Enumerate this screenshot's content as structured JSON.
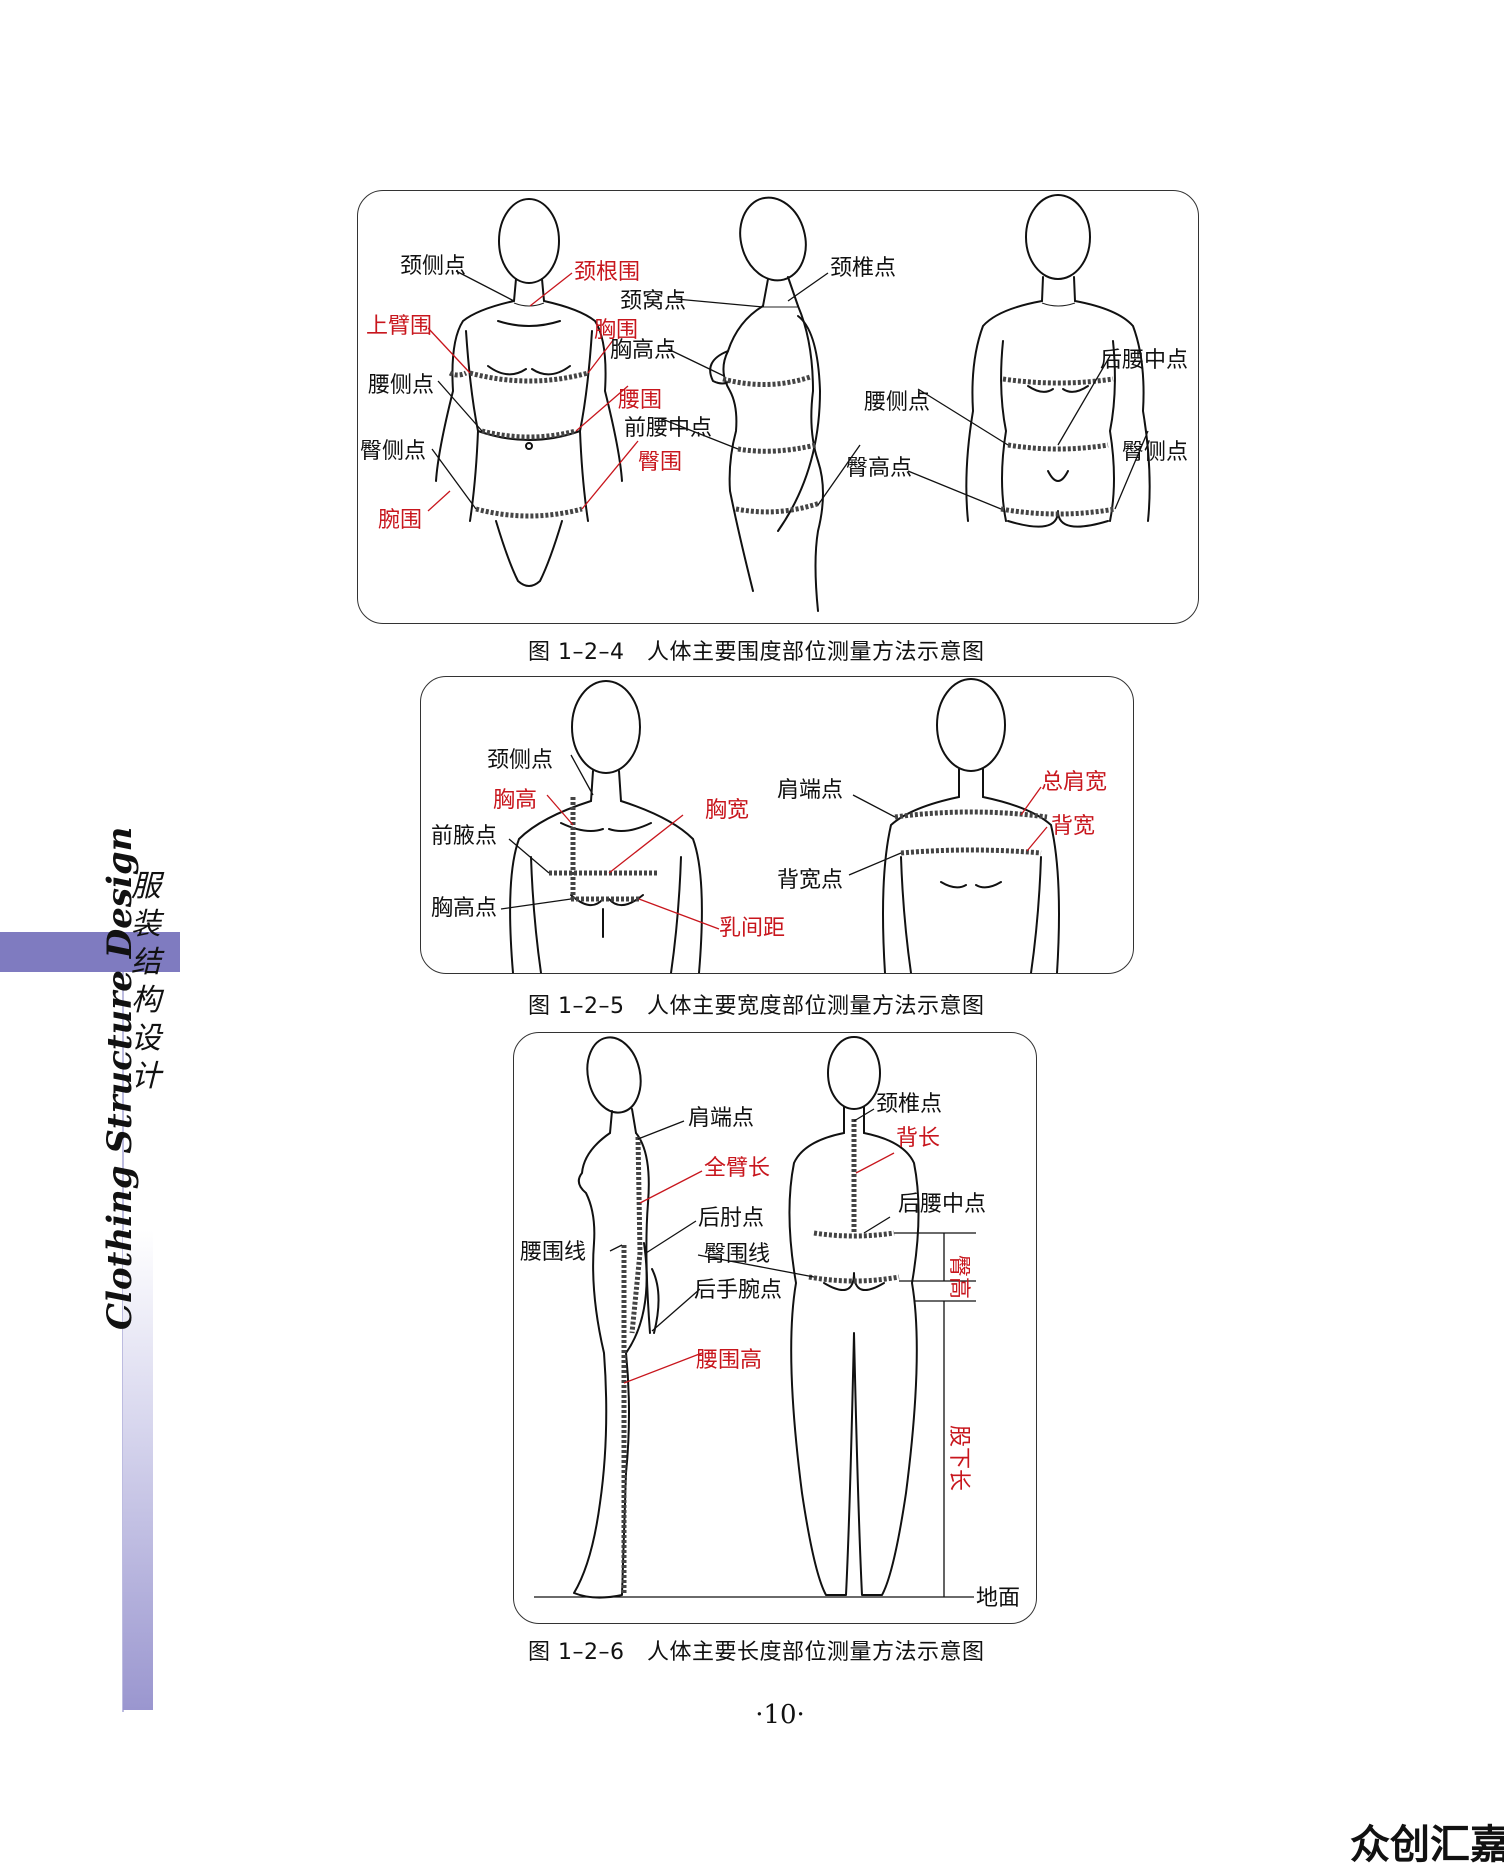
{
  "figure_1_2_4": {
    "caption": "图 1–2–4　人体主要围度部位测量方法示意图",
    "labels": {
      "neck_side_point": "颈侧点",
      "neck_base_girth": "颈根围",
      "upper_arm_girth": "上臂围",
      "bust_girth": "胸围",
      "waist_side_point": "腰侧点",
      "waist_girth": "腰围",
      "hip_side_point": "臀侧点",
      "hip_girth": "臀围",
      "wrist_girth": "腕围",
      "neck_front_point": "颈窝点",
      "bust_point": "胸高点",
      "front_waist_center": "前腰中点",
      "hip_high_point": "臀高点",
      "cervical_point": "颈椎点",
      "back_waist_center": "后腰中点",
      "back_waist_side_point": "腰侧点",
      "back_hip_side_point": "臀侧点"
    }
  },
  "figure_1_2_5": {
    "caption": "图 1–2–5　人体主要宽度部位测量方法示意图",
    "labels": {
      "neck_side_point": "颈侧点",
      "bust_height": "胸高",
      "front_armpit_point": "前腋点",
      "chest_width": "胸宽",
      "bust_point": "胸高点",
      "bust_distance": "乳间距",
      "shoulder_end_point": "肩端点",
      "total_shoulder_width": "总肩宽",
      "back_width": "背宽",
      "back_width_point": "背宽点"
    }
  },
  "figure_1_2_6": {
    "caption": "图 1–2–6　人体主要长度部位测量方法示意图",
    "labels": {
      "shoulder_end_point": "肩端点",
      "arm_length": "全臂长",
      "elbow_point": "后肘点",
      "waistline": "腰围线",
      "hip_line": "臀围线",
      "wrist_point": "后手腕点",
      "waist_height": "腰围高",
      "cervical_point": "颈椎点",
      "back_length": "背长",
      "back_waist_center": "后腰中点",
      "hip_height": "臀高",
      "inseam": "股下长",
      "ground": "地面"
    }
  },
  "book": {
    "title_cn": [
      "服",
      "装",
      "结",
      "构",
      "设",
      "计"
    ],
    "title_en": "Clothing Structure Design",
    "page_number": "·10·"
  },
  "watermark": "众创汇嘉",
  "colors": {
    "red_label": "#c8161d",
    "sidebar": "#7f7bc0"
  }
}
